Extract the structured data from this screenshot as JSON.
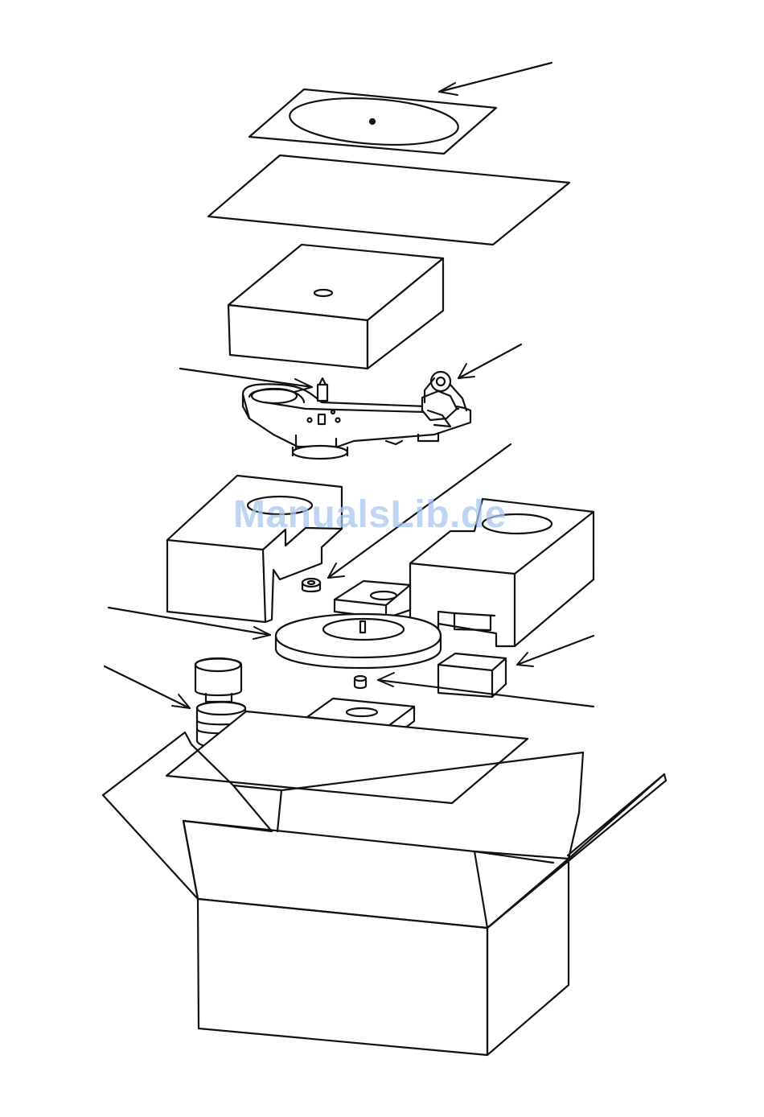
{
  "watermark": {
    "text": "ManualsLib.de"
  },
  "colors": {
    "line": "#111111",
    "background": "#ffffff",
    "watermark": "#a9c6ee"
  },
  "figure": {
    "description_type": "exploded packaging diagram",
    "parts": [
      "platter-mat-sheet",
      "cover-sheet",
      "foam-block-top",
      "turntable-chassis-with-tonearm",
      "foam-insert-left",
      "foam-insert-right",
      "platter",
      "spacer-block",
      "small-foam-block",
      "motor-pulley",
      "counterweight-and-feet",
      "bearing-part",
      "cardboard-sheet",
      "shipping-box"
    ]
  }
}
